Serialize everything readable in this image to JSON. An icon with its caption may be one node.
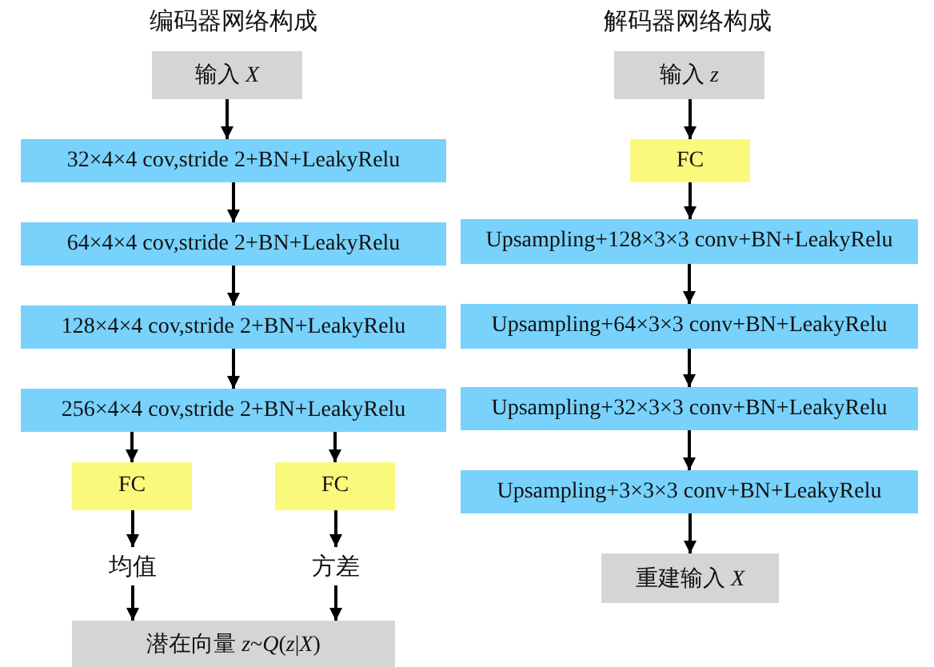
{
  "diagram": {
    "nodes": [
      {
        "text": [
          "输入 *X*"
        ]
      },
      {
        "text": [
          "32×4×4 cov,stride 2+BN+LeakyRelu"
        ]
      },
      {
        "text": [
          "64×4×4 cov,stride 2+BN+LeakyRelu"
        ]
      },
      {
        "text": [
          "128×4×4 cov,stride 2+BN+LeakyRelu"
        ]
      },
      {
        "text": [
          "256×4×4 cov,stride 2+BN+LeakyRelu"
        ]
      },
      {
        "text": [
          "FC"
        ]
      },
      {
        "text": [
          "FC"
        ]
      },
      {
        "text": [
          "均值"
        ]
      },
      {
        "text": [
          "方差"
        ]
      },
      {
        "text": [
          "潜在向量 *z*~*Q*(*z*|*X*)"
        ]
      },
      {
        "text": [
          "输入 *z*"
        ]
      },
      {
        "text": [
          "FC"
        ]
      },
      {
        "text": [
          "Upsampling+128×3×3 conv+BN+LeakyRelu"
        ]
      },
      {
        "text": [
          "Upsampling+64×3×3 conv+BN+LeakyRelu"
        ]
      },
      {
        "text": [
          "Upsampling+32×3×3 conv+BN+LeakyRelu"
        ]
      },
      {
        "text": [
          "Upsampling+3×3×3 conv+BN+LeakyRelu"
        ]
      },
      {
        "text": [
          "重建输入 *X*"
        ]
      }
    ],
    "edges": [
      {
        "from": 0,
        "to": 1,
        "arrow": "to"
      },
      {
        "from": 1,
        "to": 2,
        "arrow": "to"
      },
      {
        "from": 2,
        "to": 3,
        "arrow": "to"
      },
      {
        "from": 3,
        "to": 4,
        "arrow": "to"
      },
      {
        "from": 4,
        "to": 5,
        "arrow": "to"
      },
      {
        "from": 4,
        "to": 6,
        "arrow": "to"
      },
      {
        "from": 5,
        "to": 7,
        "arrow": "to"
      },
      {
        "from": 6,
        "to": 8,
        "arrow": "to"
      },
      {
        "from": 7,
        "to": 9,
        "arrow": "to"
      },
      {
        "from": 8,
        "to": 9,
        "arrow": "to"
      },
      {
        "from": 10,
        "to": 11,
        "arrow": "to"
      },
      {
        "from": 11,
        "to": 12,
        "arrow": "to"
      },
      {
        "from": 12,
        "to": 13,
        "arrow": "to"
      },
      {
        "from": 13,
        "to": 14,
        "arrow": "to"
      },
      {
        "from": 14,
        "to": 15,
        "arrow": "to"
      },
      {
        "from": 15,
        "to": 16,
        "arrow": "to"
      }
    ],
    "labels": [
      "编码器网络构成",
      "解码器网络构成"
    ]
  }
}
